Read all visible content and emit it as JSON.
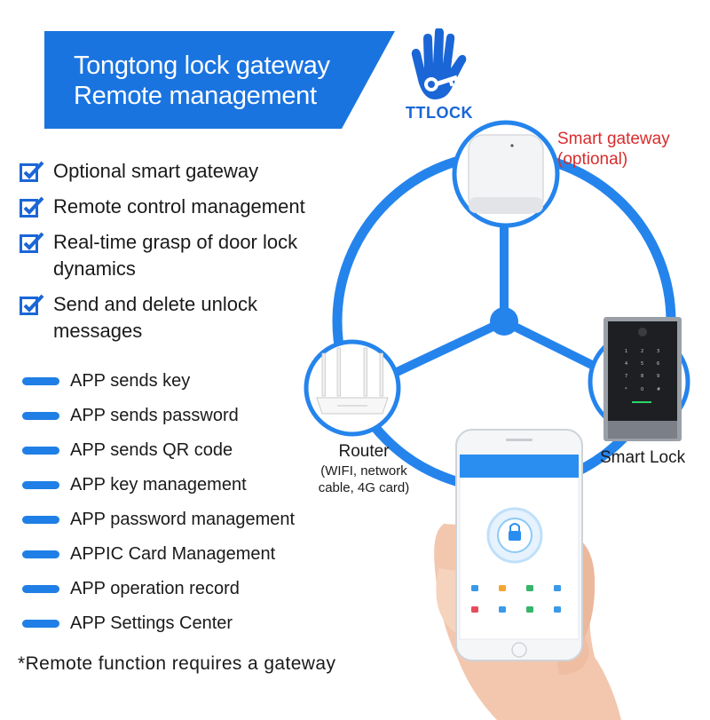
{
  "banner": {
    "line1": "Tongtong lock gateway",
    "line2": "Remote management"
  },
  "logo": {
    "text": "TTLOCK",
    "icon": "hand-key-icon"
  },
  "features": [
    {
      "text": "Optional smart gateway"
    },
    {
      "text": "Remote control management"
    },
    {
      "text": "Real-time grasp of door lock dynamics"
    },
    {
      "text": "Send and delete unlock messages"
    }
  ],
  "app_features": [
    "APP sends key",
    "APP sends password",
    "APP sends QR code",
    "APP key management",
    "APP password management",
    "APPIC Card Management",
    "APP operation record",
    "APP Settings Center"
  ],
  "footnote": "*Remote function requires a gateway",
  "diagram": {
    "gateway_label_1": "Smart gateway",
    "gateway_label_2": "(optional)",
    "router_label": "Router",
    "router_sub_1": "(WIFI, network",
    "router_sub_2": "cable, 4G card)",
    "lock_label": "Smart Lock"
  },
  "colors": {
    "brand_blue": "#1f7fe6",
    "banner_blue": "#1a74e0",
    "gateway_red": "#d92c2c"
  }
}
